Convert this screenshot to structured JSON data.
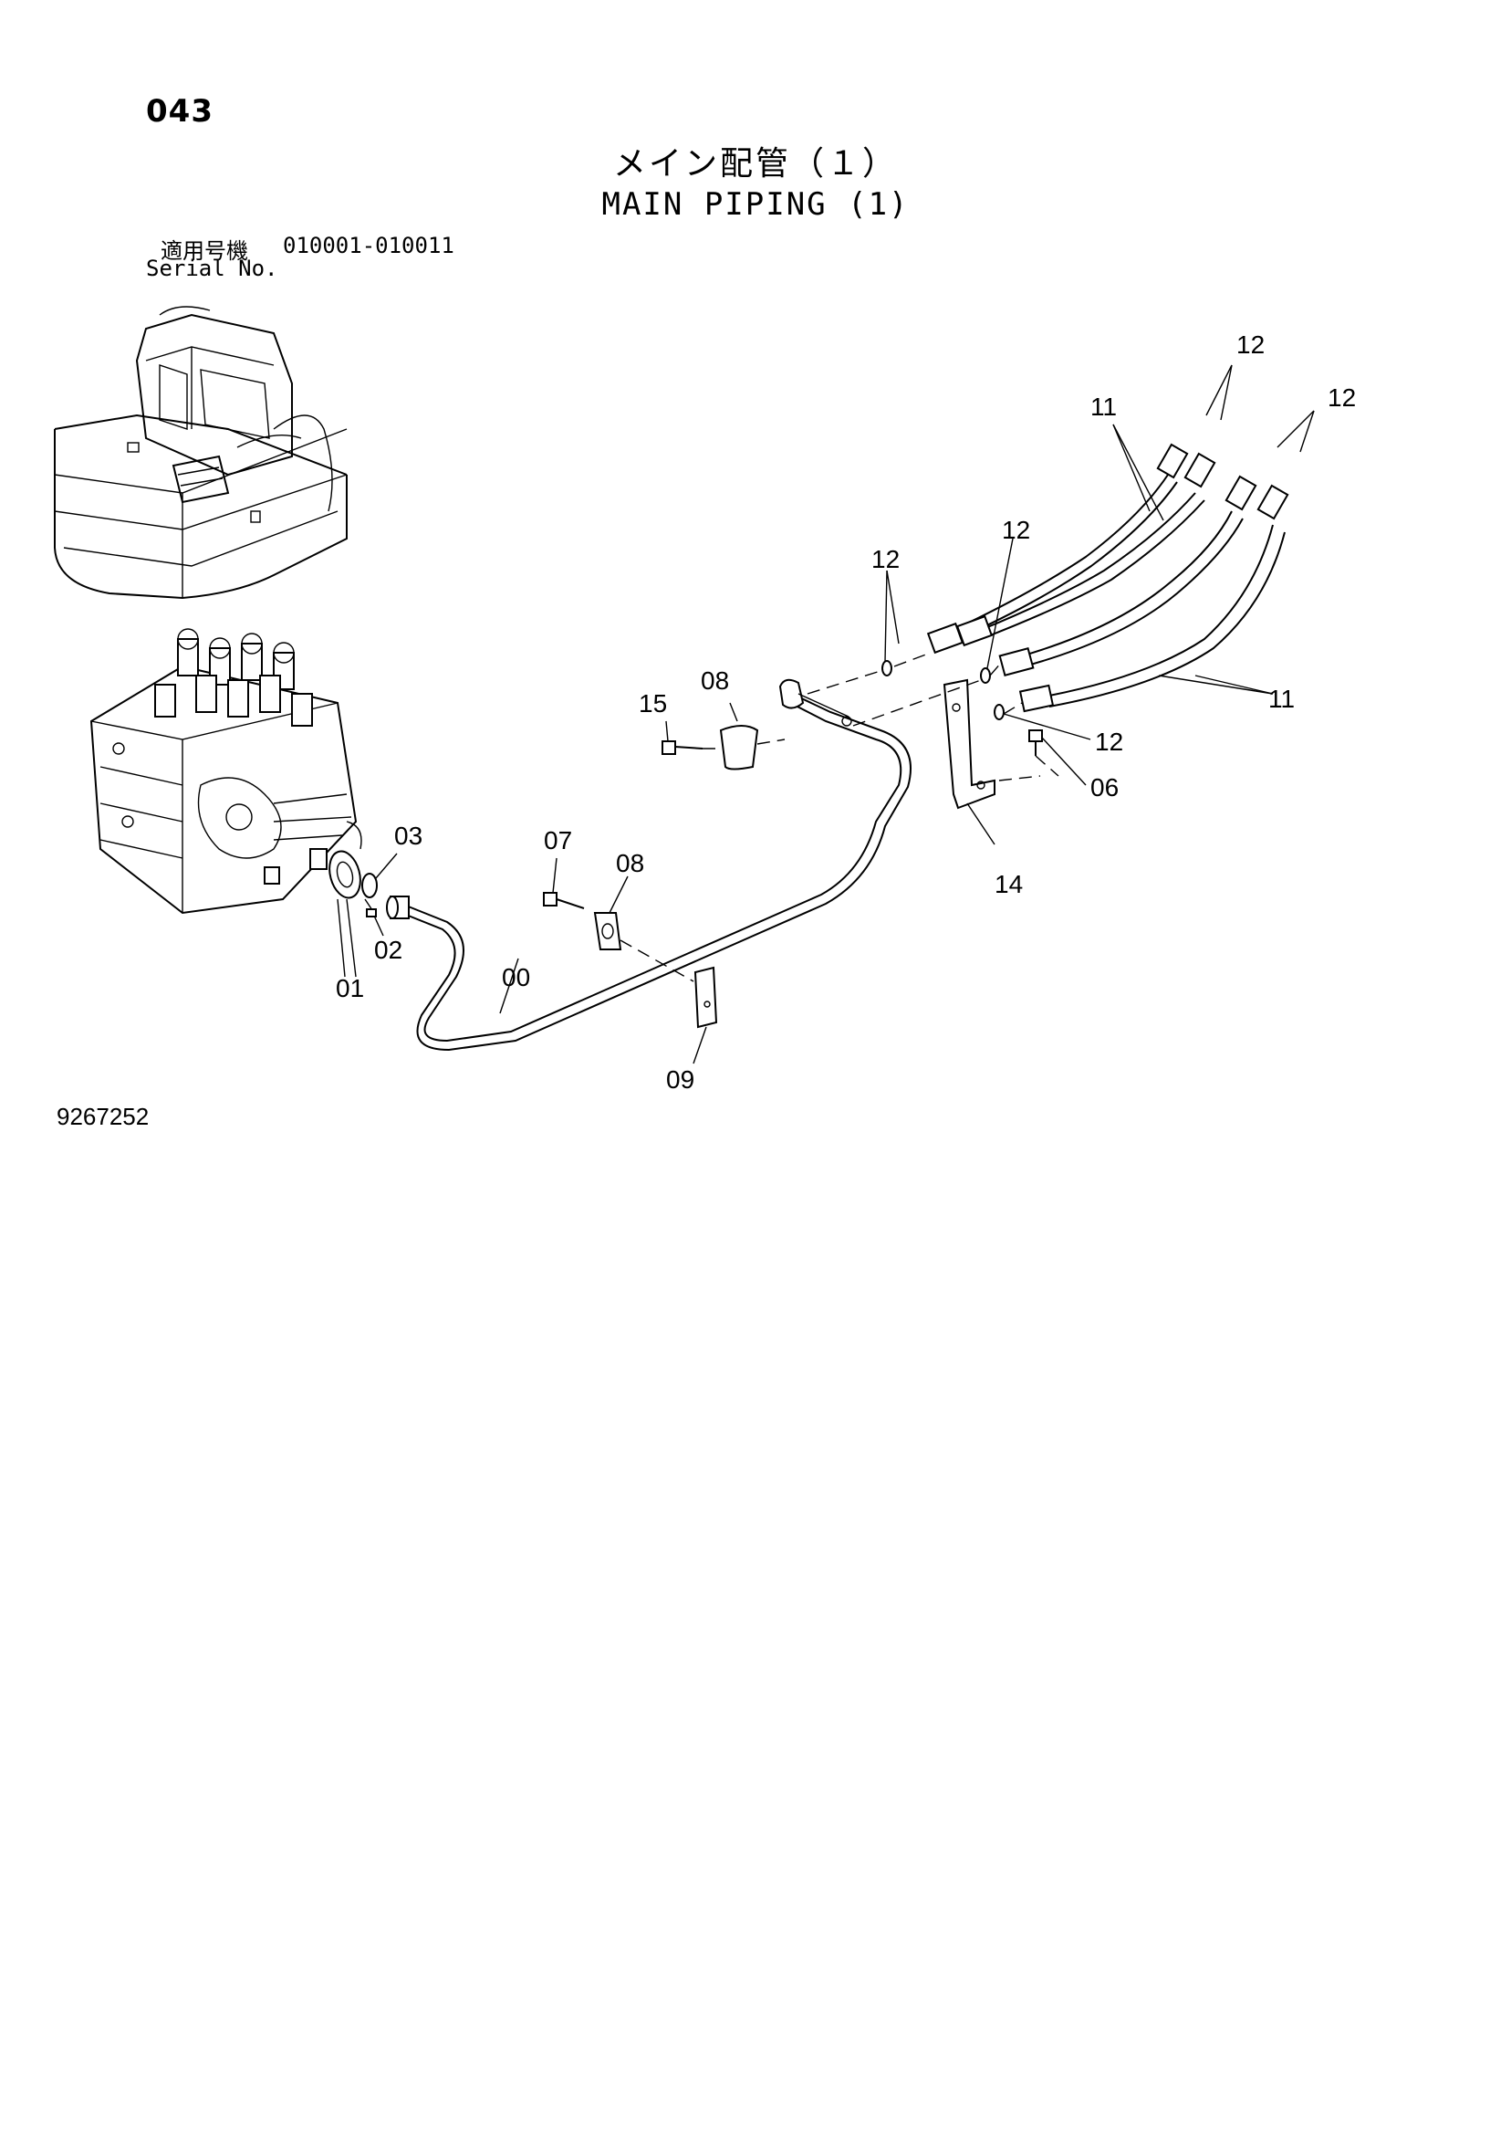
{
  "header": {
    "page_number": "043",
    "title_jp": "メイン配管（１）",
    "title_en": "MAIN PIPING (1)",
    "serial_label_jp": "適用号機",
    "serial_range": "010001-010011",
    "serial_label_en": "Serial No."
  },
  "callouts": {
    "c00": "00",
    "c01": "01",
    "c02": "02",
    "c03": "03",
    "c06": "06",
    "c07": "07",
    "c08a": "08",
    "c08b": "08",
    "c09": "09",
    "c11a": "11",
    "c11b": "11",
    "c12a": "12",
    "c12b": "12",
    "c12c": "12",
    "c12d": "12",
    "c12e": "12",
    "c14": "14",
    "c15": "15"
  },
  "footer": {
    "drawing_number": "9267252"
  }
}
